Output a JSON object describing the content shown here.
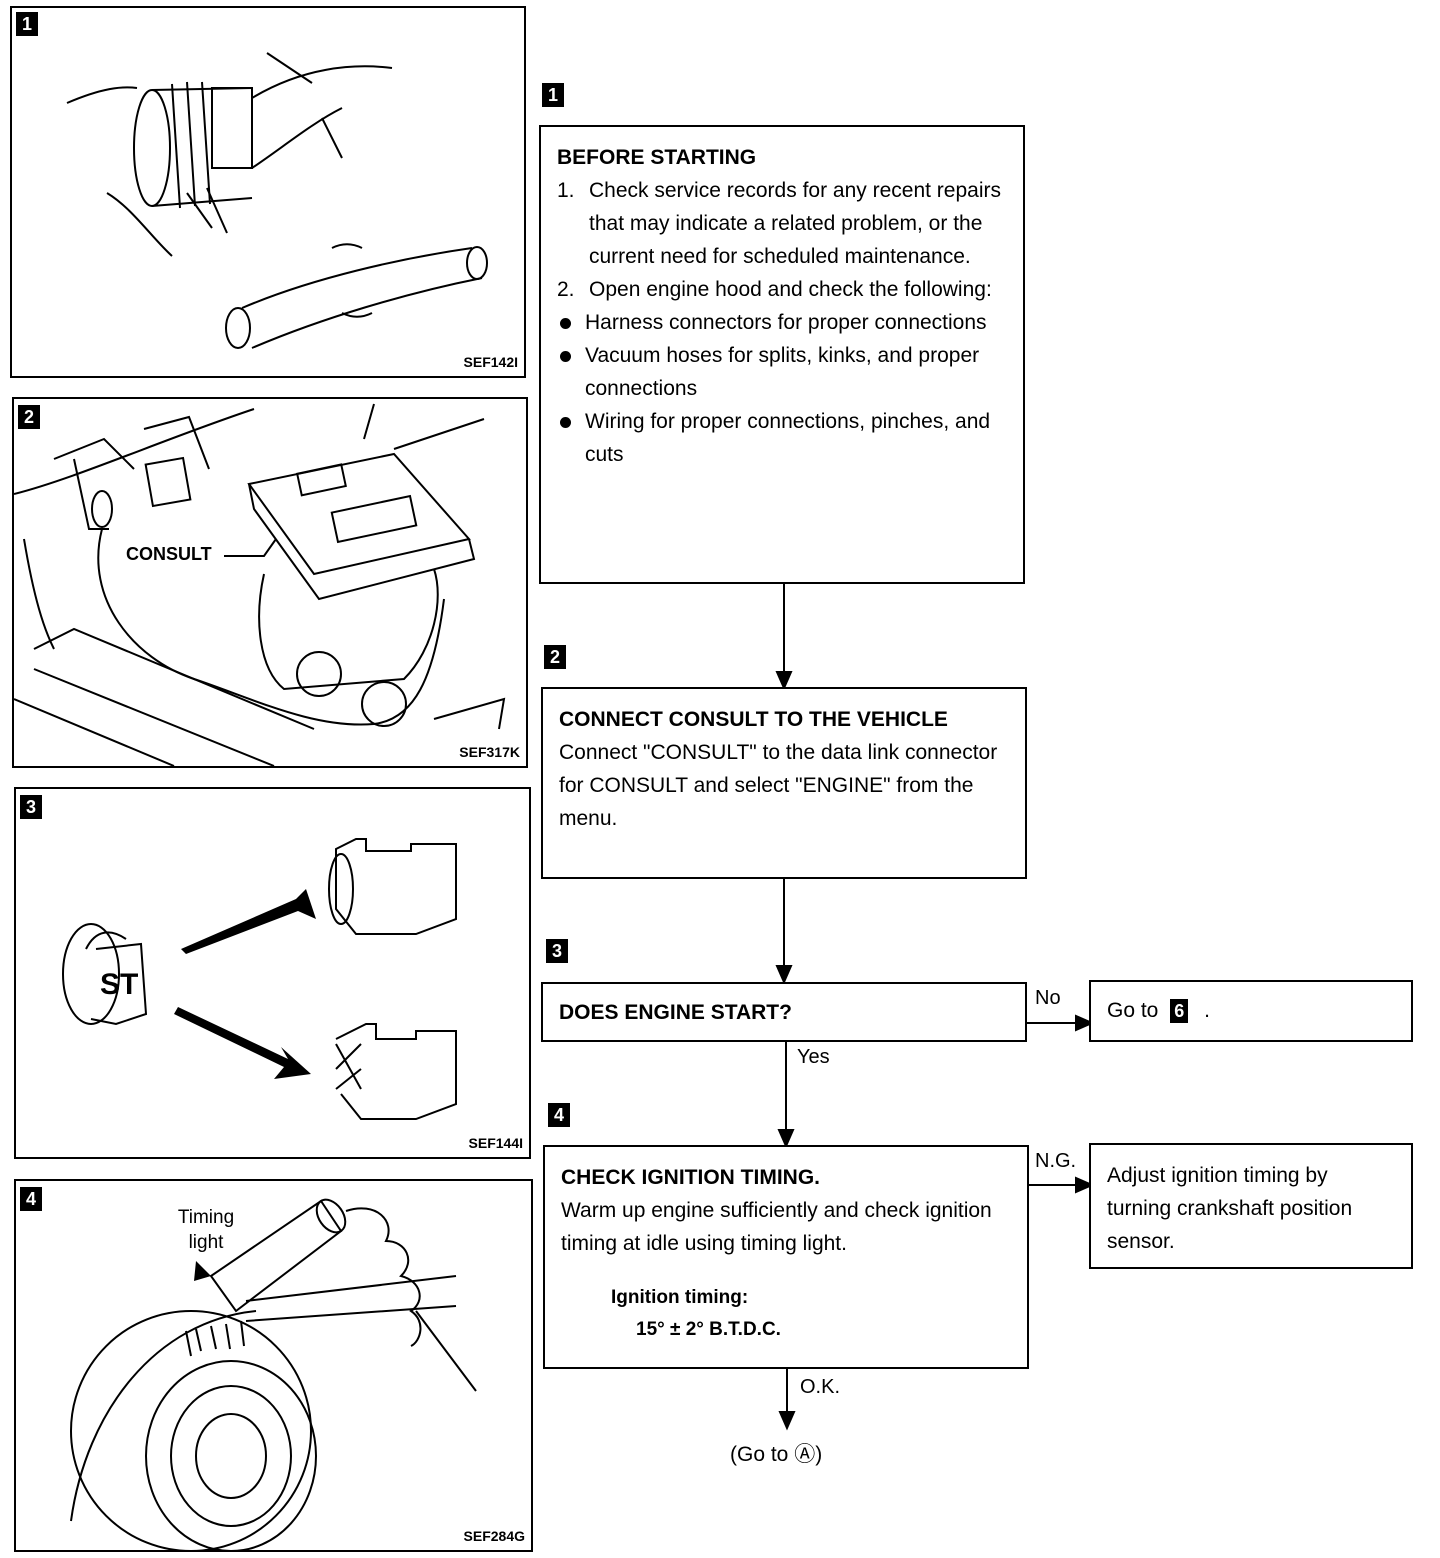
{
  "illustrations": [
    {
      "number": "1",
      "code": "SEF142I"
    },
    {
      "number": "2",
      "code": "SEF317K",
      "callout": "CONSULT"
    },
    {
      "number": "3",
      "code": "SEF144I",
      "key_label": "ST"
    },
    {
      "number": "4",
      "code": "SEF284G",
      "callout": "Timing light"
    }
  ],
  "steps": {
    "step1": {
      "number": "1",
      "title": "BEFORE STARTING",
      "items": [
        {
          "marker": "1.",
          "text": "Check service records for any recent repairs that may indicate a related problem, or the current need for scheduled maintenance."
        },
        {
          "marker": "2.",
          "text": "Open engine hood and check the following:"
        }
      ],
      "bullets": [
        "Harness connectors for proper connections",
        "Vacuum hoses for splits, kinks, and proper connections",
        "Wiring for proper connections, pinches, and cuts"
      ]
    },
    "step2": {
      "number": "2",
      "title": "CONNECT CONSULT TO THE VEHICLE",
      "body": "Connect \"CONSULT\" to the data link connector for CONSULT and select \"ENGINE\" from the menu."
    },
    "step3": {
      "number": "3",
      "title": "DOES ENGINE START?",
      "no_label": "No",
      "yes_label": "Yes",
      "no_result_prefix": "Go to",
      "no_result_ref": "6",
      "no_result_suffix": "."
    },
    "step4": {
      "number": "4",
      "title": "CHECK IGNITION TIMING.",
      "body": "Warm up engine sufficiently and check ignition timing at idle using timing light.",
      "spec_label": "Ignition timing:",
      "spec_value": "15° ± 2° B.T.D.C.",
      "ng_label": "N.G.",
      "ng_result": "Adjust ignition timing by turning crankshaft position sensor.",
      "ok_label": "O.K.",
      "ok_result": "(Go to Ⓐ)"
    }
  }
}
